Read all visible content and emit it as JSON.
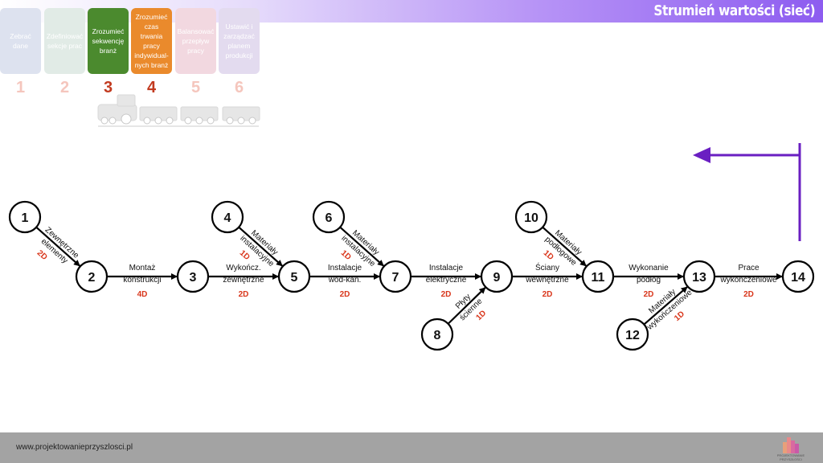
{
  "header": {
    "title": "Strumień wartości (sieć)"
  },
  "steps": [
    {
      "label": "Zebrać dane",
      "number": "1",
      "color": "#dde2ef",
      "numColor": "#f5c6bd",
      "active": false
    },
    {
      "label": "Zdefiniować sekcje prac",
      "number": "2",
      "color": "#e1ebe6",
      "numColor": "#f5c6bd",
      "active": false
    },
    {
      "label": "Zrozumieć sekwencję branż",
      "number": "3",
      "color": "#4b8a2e",
      "numColor": "#c23a1f",
      "active": true
    },
    {
      "label": "Zrozumieć czas trwania pracy indywidual-nych branż",
      "number": "4",
      "color": "#ea8a2c",
      "numColor": "#c23a1f",
      "active": true
    },
    {
      "label": "Balansować przepływ pracy",
      "number": "5",
      "color": "#f2d8e0",
      "numColor": "#f5c6bd",
      "active": false
    },
    {
      "label": "Ustawić i zarządzać planem produkcji",
      "number": "6",
      "color": "#e3dbef",
      "numColor": "#f5c6bd",
      "active": false
    }
  ],
  "network": {
    "nodes": [
      "1",
      "2",
      "3",
      "4",
      "5",
      "6",
      "7",
      "8",
      "9",
      "10",
      "11",
      "12",
      "13",
      "14"
    ],
    "edges": [
      {
        "from": "1",
        "to": "2",
        "line1": "Zewnętrzne",
        "line2": "elementy",
        "duration": "2D"
      },
      {
        "from": "2",
        "to": "3",
        "line1": "Montaż",
        "line2": "konstrukcji",
        "duration": "4D"
      },
      {
        "from": "3",
        "to": "5",
        "line1": "Wykończ.",
        "line2": "zewnętrzne",
        "duration": "2D"
      },
      {
        "from": "4",
        "to": "5",
        "line1": "Materiały",
        "line2": "instalacyjne",
        "duration": "1D"
      },
      {
        "from": "5",
        "to": "7",
        "line1": "Instalacje",
        "line2": "wod-kan.",
        "duration": "2D"
      },
      {
        "from": "6",
        "to": "7",
        "line1": "Materiały",
        "line2": "instalacyjne",
        "duration": "1D"
      },
      {
        "from": "7",
        "to": "9",
        "line1": "Instalacje",
        "line2": "elektryczne",
        "duration": "2D"
      },
      {
        "from": "8",
        "to": "9",
        "line1": "Płyty",
        "line2": "ścienne",
        "duration": "1D"
      },
      {
        "from": "9",
        "to": "11",
        "line1": "Ściany",
        "line2": "wewnętrzne",
        "duration": "2D"
      },
      {
        "from": "10",
        "to": "11",
        "line1": "Materiały",
        "line2": "podłogowe",
        "duration": "1D"
      },
      {
        "from": "11",
        "to": "13",
        "line1": "Wykonanie",
        "line2": "podłóg",
        "duration": "2D"
      },
      {
        "from": "12",
        "to": "13",
        "line1": "Materiały",
        "line2": "wykończeniowe",
        "duration": "1D"
      },
      {
        "from": "13",
        "to": "14",
        "line1": "Prace",
        "line2": "wykończeniowe",
        "duration": "2D"
      }
    ],
    "durationColor": "#d9361b",
    "flowArrowColor": "#6a1fc2"
  },
  "footer": {
    "url": "www.projektowanieprzyszlosci.pl",
    "logo_text": "PROJEKTOWANIE PRZYSZŁOŚCI"
  }
}
